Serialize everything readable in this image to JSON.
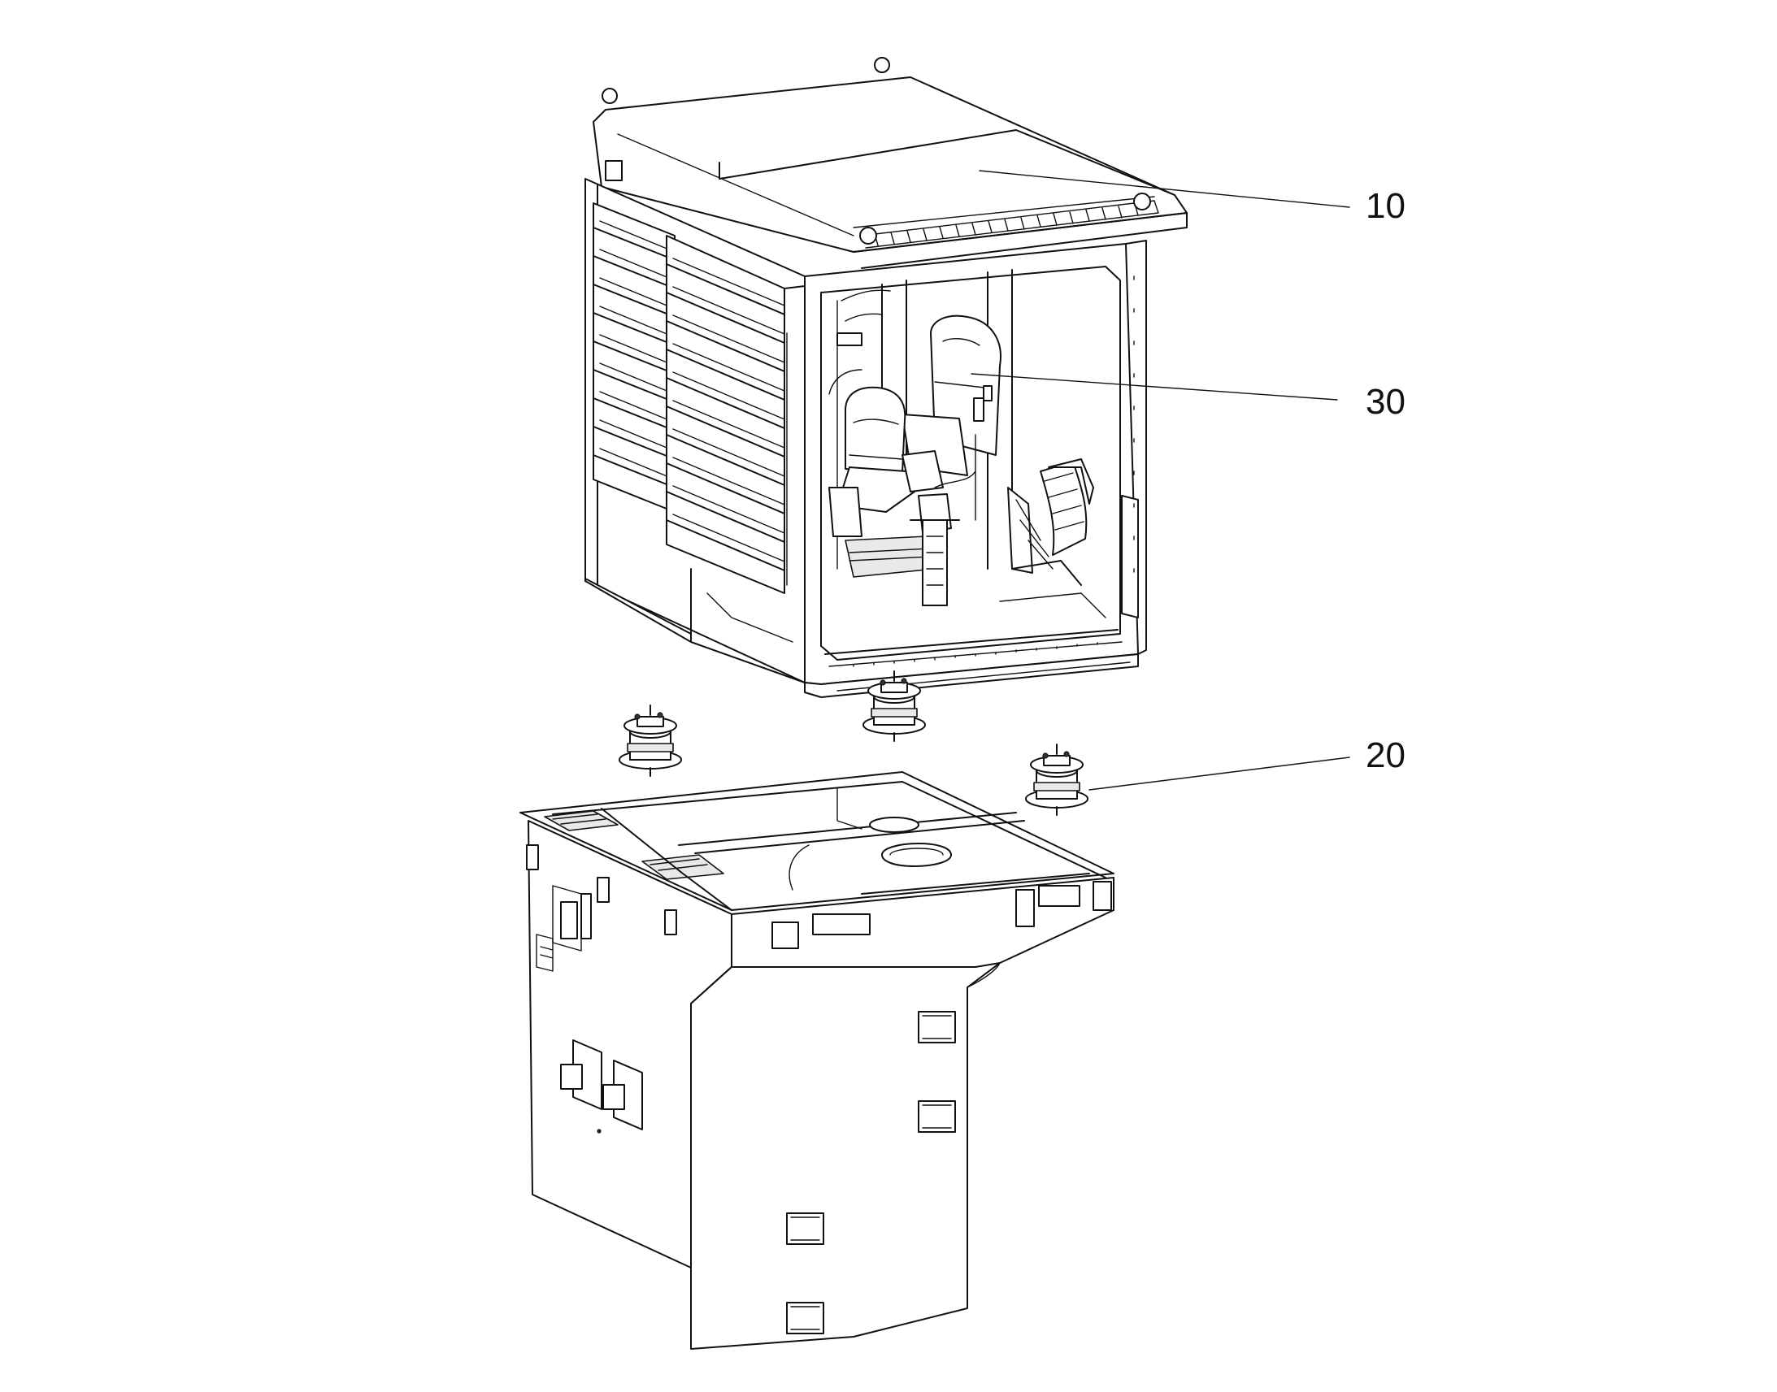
{
  "reference_numerals": [
    {
      "id": "cab",
      "text": "10"
    },
    {
      "id": "seat",
      "text": "30"
    },
    {
      "id": "mounts",
      "text": "20"
    }
  ],
  "colors": {
    "line": "#111111",
    "background": "#ffffff"
  }
}
